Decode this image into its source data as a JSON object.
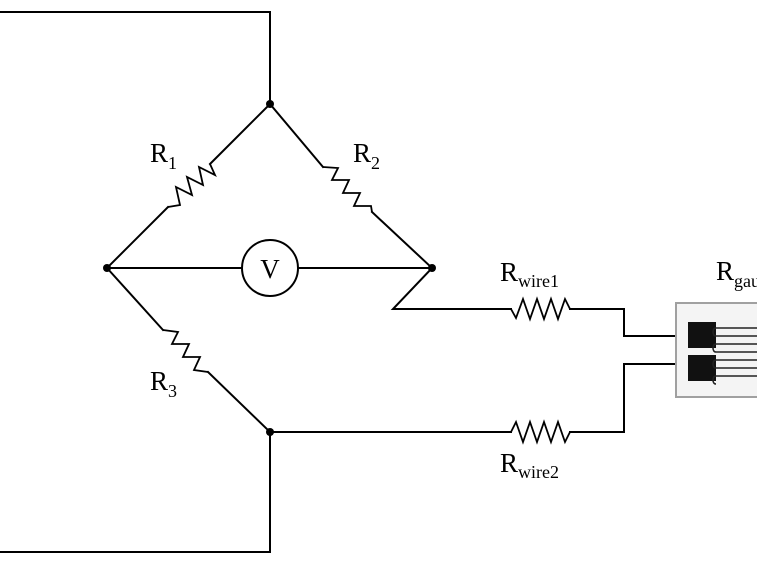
{
  "labels": {
    "r1": {
      "main": "R",
      "sub": "1"
    },
    "r2": {
      "main": "R",
      "sub": "2"
    },
    "r3": {
      "main": "R",
      "sub": "3"
    },
    "rwire1": {
      "main": "R",
      "sub": "wire1"
    },
    "rwire2": {
      "main": "R",
      "sub": "wire2"
    },
    "rgauge": {
      "main": "R",
      "sub": "gauge"
    },
    "voltmeter": "V"
  },
  "colors": {
    "line": "#000000",
    "gauge_border": "#a0a0a0",
    "gauge_fill": "#f4f4f4",
    "pad": "#111111",
    "background": "#ffffff"
  }
}
